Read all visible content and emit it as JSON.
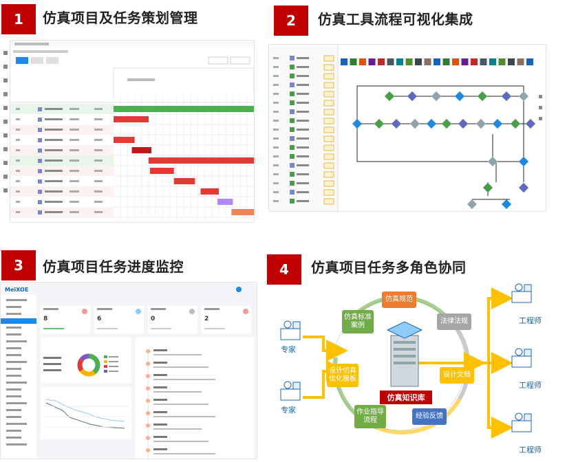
{
  "sections": [
    {
      "number": "1",
      "title": "仿真项目及任务策划管理"
    },
    {
      "number": "2",
      "title": "仿真工具流程可视化集成"
    },
    {
      "number": "3",
      "title": "仿真项目任务进度监控"
    },
    {
      "number": "4",
      "title": "仿真项目任务多角色协同"
    }
  ],
  "colors": {
    "badge": "#c00000",
    "gantt_green": "#4caf50",
    "gantt_red": "#e53935",
    "gantt_salmon": "#ef8354",
    "kpi_green": "#2e7d32",
    "hub_red": "#c00000"
  },
  "panel1": {
    "gantt_bars": [
      {
        "row": 0,
        "start": 0.0,
        "end": 1.0,
        "color": "#4caf50"
      },
      {
        "row": 1,
        "start": 0.0,
        "end": 0.25,
        "color": "#e53935"
      },
      {
        "row": 3,
        "start": 0.0,
        "end": 0.15,
        "color": "#e53935"
      },
      {
        "row": 4,
        "start": 0.13,
        "end": 0.27,
        "color": "#b71c1c"
      },
      {
        "row": 5,
        "start": 0.25,
        "end": 1.0,
        "color": "#e53935"
      },
      {
        "row": 6,
        "start": 0.26,
        "end": 0.43,
        "color": "#e53935"
      },
      {
        "row": 7,
        "start": 0.43,
        "end": 0.58,
        "color": "#e53935"
      },
      {
        "row": 8,
        "start": 0.62,
        "end": 0.75,
        "color": "#e53935"
      },
      {
        "row": 9,
        "start": 0.74,
        "end": 0.85,
        "color": "#b388ff"
      },
      {
        "row": 10,
        "start": 0.84,
        "end": 1.0,
        "color": "#ef8354"
      }
    ]
  },
  "panel3": {
    "brand": "MeiXOE",
    "kpis": [
      "8",
      "6",
      "0",
      "2"
    ],
    "donut": [
      {
        "value": 40,
        "color": "#4caf50"
      },
      {
        "value": 25,
        "color": "#ffb300"
      },
      {
        "value": 20,
        "color": "#e53935"
      },
      {
        "value": 15,
        "color": "#7e57c2"
      }
    ]
  },
  "panel4": {
    "hub": "仿真知识库",
    "ring_nodes": [
      {
        "label": "仿真规范",
        "color": "#ef7d2f"
      },
      {
        "label": "法律法规",
        "color": "#a6a6a6"
      },
      {
        "label": "设计文档",
        "color": "#ffc000"
      },
      {
        "label": "经验反馈",
        "color": "#4472c4"
      },
      {
        "label": "作业指导流程",
        "color": "#70ad47"
      },
      {
        "label": "设计仿真优化模板",
        "color": "#ffc000"
      },
      {
        "label": "仿真标准案例",
        "color": "#70ad47"
      }
    ],
    "left_roles": [
      "专家",
      "专家"
    ],
    "right_roles": [
      "工程师",
      "工程师",
      "工程师"
    ]
  }
}
